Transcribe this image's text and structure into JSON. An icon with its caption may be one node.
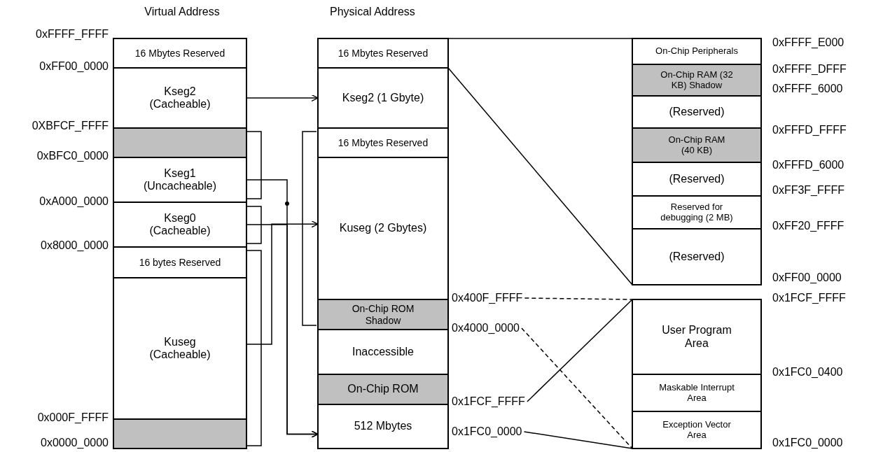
{
  "diagram": {
    "nodes": [
      {
        "text": [
          "16 Mbytes Reserved"
        ]
      },
      {
        "text": [
          "Kseg2 (Cacheable)"
        ]
      },
      {
        "text": [],
        "shape": "box"
      },
      {
        "text": [
          "Kseg1 (Uncacheable)"
        ]
      },
      {
        "text": [
          "Kseg0 (Cacheable)"
        ]
      },
      {
        "text": [
          "16 bytes Reserved"
        ]
      },
      {
        "text": [
          "Kuseg (Cacheable)"
        ]
      },
      {
        "text": [],
        "shape": "box"
      },
      {
        "text": [
          "16 Mbytes Reserved"
        ]
      },
      {
        "text": [
          "Kseg2 (1 Gbyte)"
        ]
      },
      {
        "text": [
          "16 Mbytes Reserved"
        ]
      },
      {
        "text": [
          "Kuseg (2 Gbytes)"
        ]
      },
      {
        "text": [
          "On-Chip ROM Shadow"
        ]
      },
      {
        "text": [
          "Inaccessible"
        ]
      },
      {
        "text": [
          "On-Chip ROM"
        ]
      },
      {
        "text": [
          "512 Mbytes"
        ]
      },
      {
        "text": [
          "On-Chip Peripherals"
        ]
      },
      {
        "text": [
          "On-Chip RAM (32 KB) Shadow"
        ]
      },
      {
        "text": [
          "(Reserved)"
        ]
      },
      {
        "text": [
          "On-Chip RAM (40 KB)"
        ]
      },
      {
        "text": [
          "(Reserved)"
        ]
      },
      {
        "text": [
          "Reserved for debugging (2 MB)"
        ]
      },
      {
        "text": [
          "(Reserved)"
        ]
      },
      {
        "text": [
          "User Program Area"
        ]
      },
      {
        "text": [
          "Maskable Interrupt Area"
        ]
      },
      {
        "text": [
          "Exception Vector Area"
        ]
      },
      {
        "text": [
          "0x400F_FFFF"
        ]
      },
      {
        "text": [
          "0x4000_0000"
        ]
      },
      {
        "text": [
          "0x1FCF_FFFF"
        ]
      },
      {
        "text": [
          "0x1FC0_0000"
        ]
      }
    ],
    "edges": [
      {
        "from": 1,
        "to": 9,
        "arrow": "to"
      },
      {
        "from": 3,
        "to": 15,
        "arrow": "to"
      },
      {
        "from": 4,
        "to": 15,
        "arrow": "to"
      },
      {
        "from": 6,
        "to": 11,
        "arrow": "to"
      },
      {
        "from": 8,
        "to": 16,
        "arrow": "none"
      },
      {
        "from": 8,
        "to": 22,
        "arrow": "none"
      },
      {
        "from": 26,
        "to": 23,
        "arrow": "none",
        "style": "dashed"
      },
      {
        "from": 27,
        "to": 25,
        "arrow": "none",
        "style": "dashed"
      },
      {
        "from": 28,
        "to": 23,
        "arrow": "none"
      },
      {
        "from": 29,
        "to": 25,
        "arrow": "none"
      }
    ],
    "labels": [
      "Virtual Address",
      "Physical Address",
      "0xFFFF_FFFF",
      "0xFF00_0000",
      "0XBFCF_FFFF",
      "0xBFC0_0000",
      "0xA000_0000",
      "0x8000_0000",
      "0x000F_FFFF",
      "0x0000_0000",
      "0xFFFF_E000",
      "0xFFFF_DFFF",
      "0xFFFF_6000",
      "0xFFFD_FFFF",
      "0xFFFD_6000",
      "0xFF3F_FFFF",
      "0xFF20_FFFF",
      "0xFF00_0000",
      "0x1FCF_FFFF",
      "0x1FC0_0400",
      "0x1FC0_0000"
    ]
  }
}
